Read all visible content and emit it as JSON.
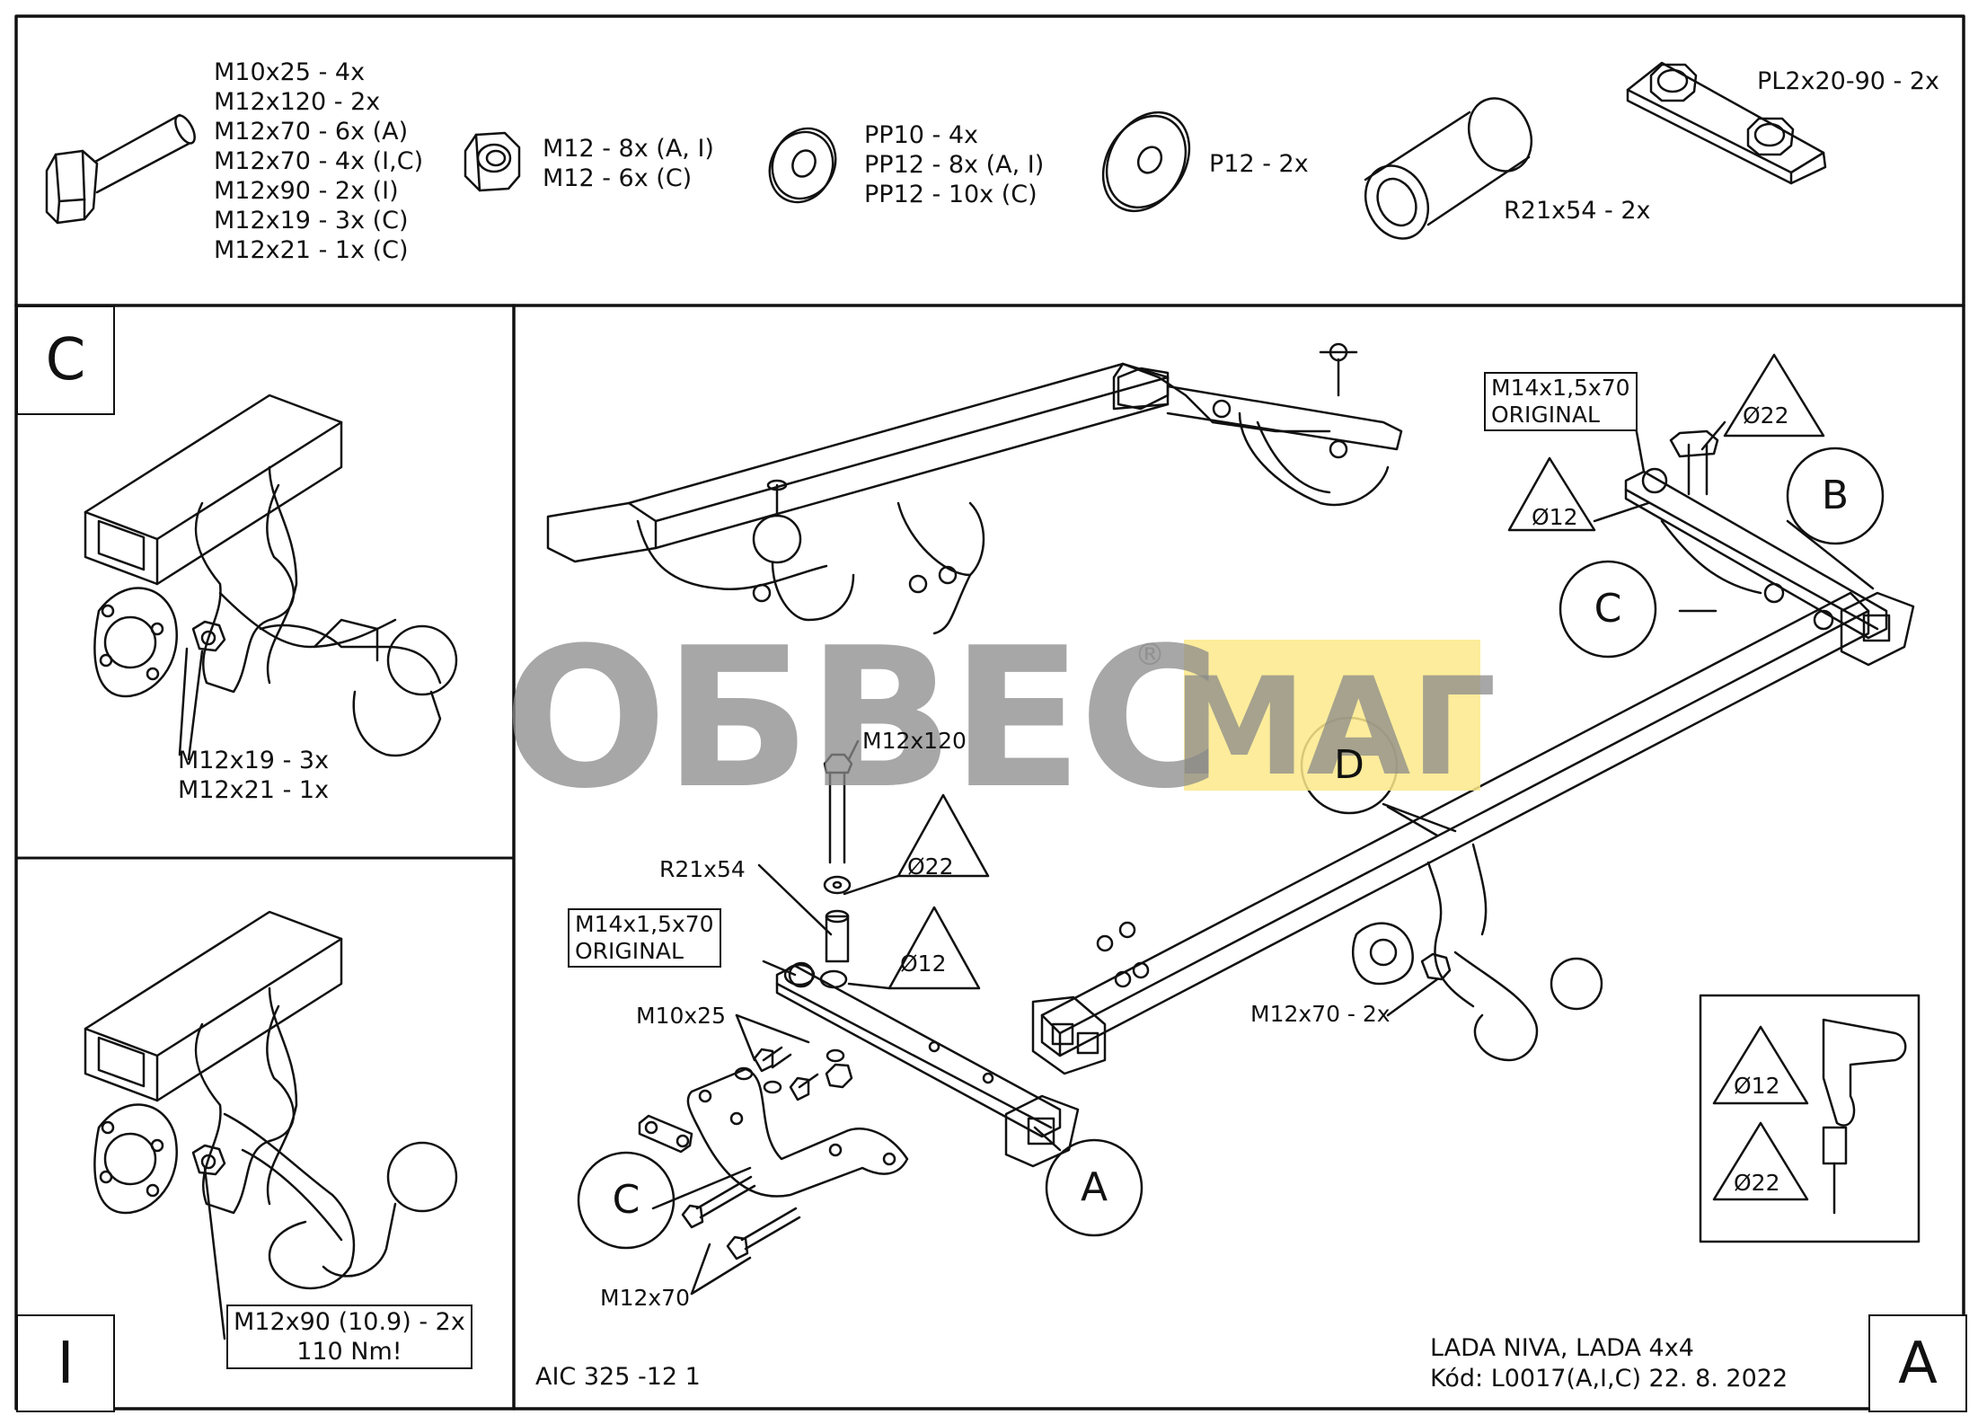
{
  "hardware": {
    "bolts": [
      "M10x25 - 4x",
      "M12x120 - 2x",
      "M12x70 - 6x (A)",
      "M12x70 - 4x (I,C)",
      "M12x90 - 2x (I)",
      "M12x19 - 3x (C)",
      "M12x21 - 1x (C)"
    ],
    "nuts": [
      "M12 - 8x (A, I)",
      "M12 - 6x (C)"
    ],
    "washers_pp": [
      "PP10 - 4x",
      "PP12 - 8x (A, I)",
      "PP12 - 10x (C)"
    ],
    "washer_p": "P12 - 2x",
    "spacer": "R21x54 - 2x",
    "plate": "PL2x20-90 - 2x"
  },
  "panels": {
    "c_letter": "C",
    "i_letter": "I",
    "a_letter": "A",
    "c_bolts": [
      "M12x19 - 3x",
      "M12x21 - 1x"
    ],
    "i_bolt_box": [
      "M12x90 (10.9) - 2x",
      "110 Nm!"
    ]
  },
  "main": {
    "m14_left": [
      "M14x1,5x70",
      "ORIGINAL"
    ],
    "m14_right": [
      "M14x1,5x70",
      "ORIGINAL"
    ],
    "dia22_left": "Ø22",
    "dia12_left": "Ø12",
    "dia22_right": "Ø22",
    "dia12_right": "Ø12",
    "callout_b": "B",
    "callout_c_right": "C",
    "callout_d": "D",
    "callout_a": "A",
    "callout_c_left": "C",
    "m12x120": "M12x120",
    "r21x54": "R21x54",
    "m10x25": "M10x25",
    "m12x70_left": "M12x70",
    "m12x70_right": "M12x70 - 2x",
    "drill_12": "Ø12",
    "drill_22": "Ø22"
  },
  "footer": {
    "code_left": "AIC 325 -12 1",
    "vehicle": "LADA NIVA, LADA 4x4",
    "code_right": "Kód: L0017(A,I,C)  22. 8. 2022"
  },
  "watermark": {
    "part1": "ОБВЕС",
    "part2": "МАГ",
    "reg": "®",
    "colors": {
      "grey": "#8a8a8a",
      "yellow": "#fbe98a"
    }
  }
}
